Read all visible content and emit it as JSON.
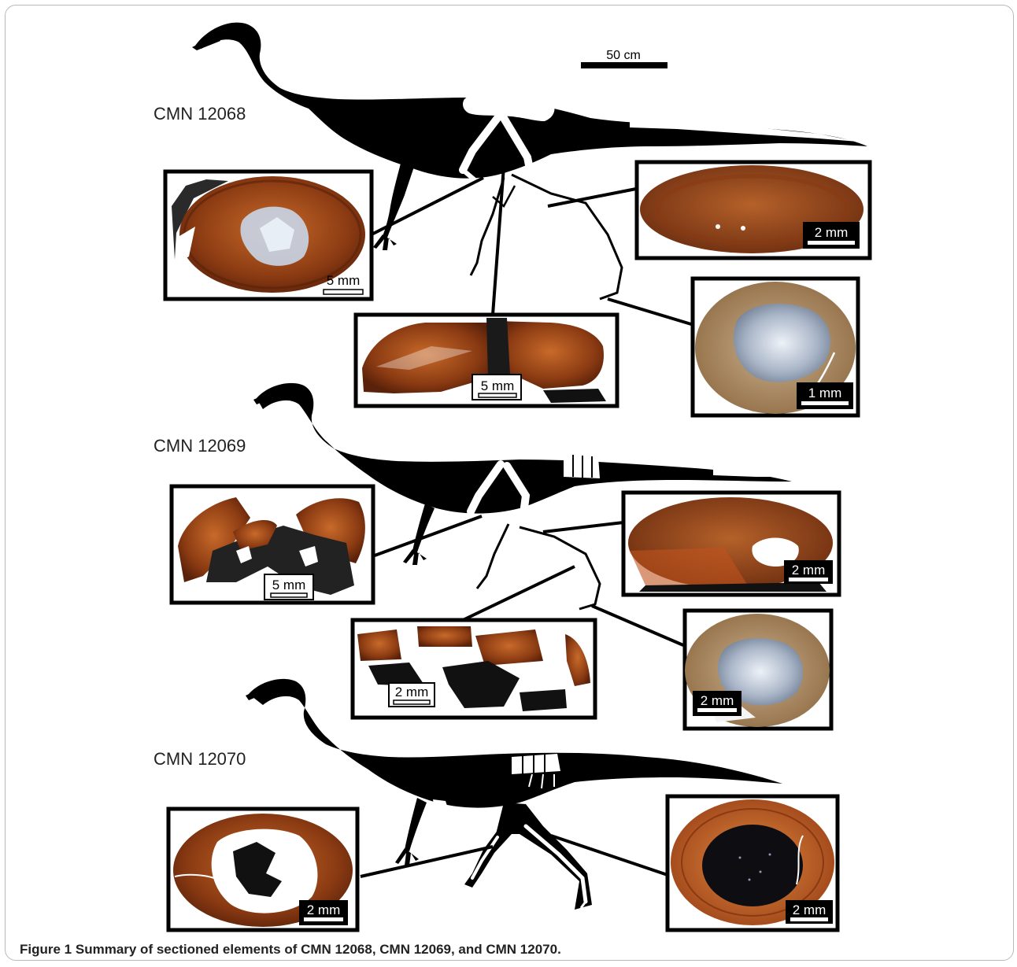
{
  "scale_bar": {
    "label": "50 cm"
  },
  "specimens": [
    {
      "id": "CMN 12068",
      "panels": [
        {
          "name": "femur-section",
          "scale": "5 mm"
        },
        {
          "name": "tibia-section",
          "scale": "2 mm"
        },
        {
          "name": "ilium-section",
          "scale": "5 mm"
        },
        {
          "name": "metatarsal-section",
          "scale": "1 mm"
        }
      ]
    },
    {
      "id": "CMN 12069",
      "panels": [
        {
          "name": "femur-section",
          "scale": "5 mm"
        },
        {
          "name": "tibia-section",
          "scale": "2 mm"
        },
        {
          "name": "fibula-section",
          "scale": "2 mm"
        },
        {
          "name": "metatarsal-section",
          "scale": "2 mm"
        }
      ]
    },
    {
      "id": "CMN 12070",
      "panels": [
        {
          "name": "femur-section",
          "scale": "2 mm"
        },
        {
          "name": "tibia-section",
          "scale": "2 mm"
        }
      ]
    }
  ],
  "caption": {
    "label": "Figure 1",
    "text": "Summary of sectioned elements of CMN 12068, CMN 12069, and CMN 12070."
  }
}
